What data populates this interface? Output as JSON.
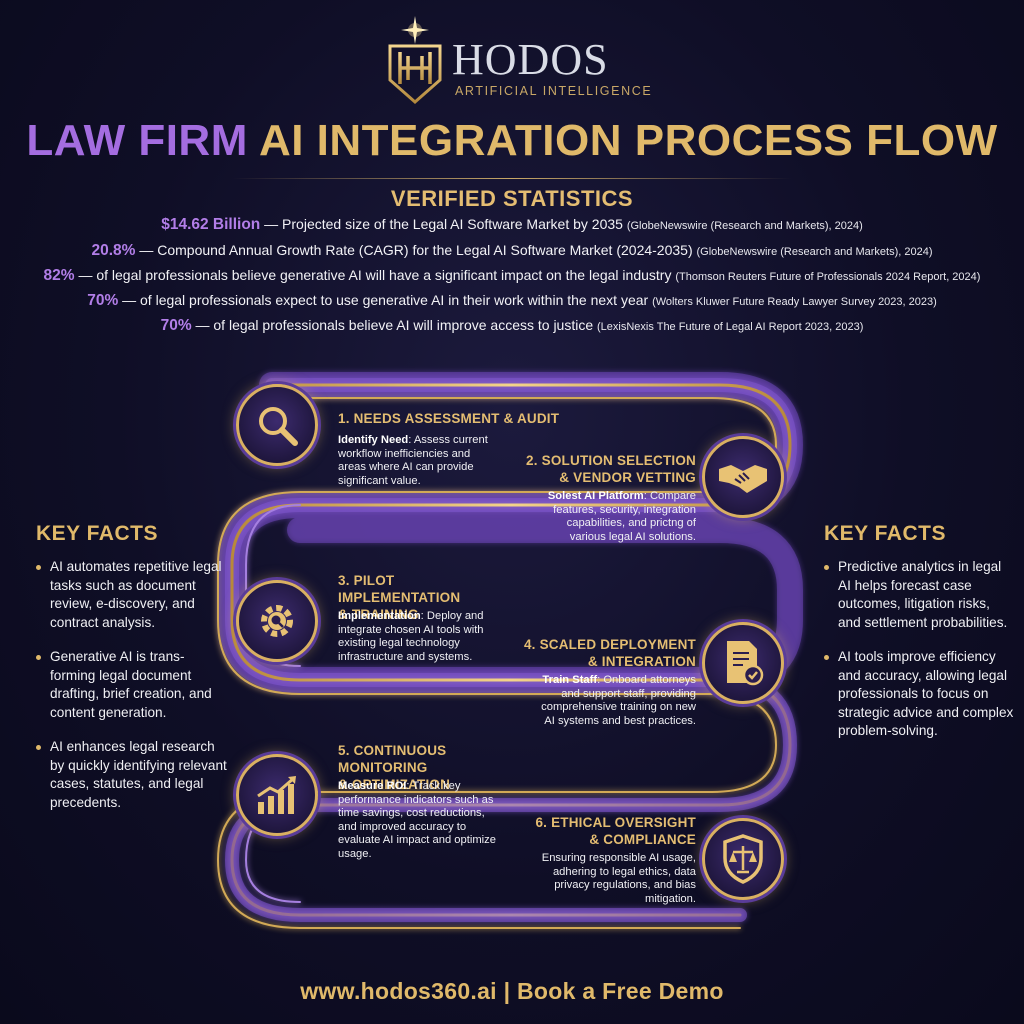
{
  "brand": {
    "name": "HODOS",
    "tagline": "ARTIFICIAL INTELLIGENCE"
  },
  "title": {
    "part1": "LAW FIRM",
    "part2": "AI INTEGRATION PROCESS FLOW"
  },
  "stats": {
    "heading": "VERIFIED STATISTICS",
    "items": [
      {
        "value": "$14.62 Billion",
        "text": " — Projected size of the Legal AI Software Market by 2035 ",
        "source": "(GlobeNewswire (Research and Markets), 2024)"
      },
      {
        "value": "20.8%",
        "text": " — Compound Annual Growth Rate (CAGR) for the Legal AI Software Market (2024-2035) ",
        "source": "(GlobeNewswire (Research and Markets), 2024)"
      },
      {
        "value": "82%",
        "text": " — of legal professionals believe generative AI will have a significant impact on the legal industry ",
        "source": "(Thomson Reuters Future of Professionals 2024 Report, 2024)"
      },
      {
        "value": "70%",
        "text": " — of legal professionals expect to use generative AI in their work within the next year ",
        "source": "(Wolters Kluwer Future Ready Lawyer Survey 2023, 2023)"
      },
      {
        "value": "70%",
        "text": " — of legal professionals believe AI will improve access to justice ",
        "source": "(LexisNexis The Future of Legal AI Report 2023, 2023)"
      }
    ]
  },
  "key_facts_left": {
    "title": "KEY FACTS",
    "items": [
      "AI automates repetitive legal tasks such as document review, e-discovery, and contract analysis.",
      "Generative AI is trans-forming legal document drafting, brief creation, and content generation.",
      "AI enhances legal research by quickly identifying relevant cases, statutes, and legal precedents."
    ]
  },
  "key_facts_right": {
    "title": "KEY FACTS",
    "items": [
      "Predictive analytics in legal AI helps forecast case outcomes, litigation risks, and settlement probabilities.",
      "AI tools improve efficiency and accuracy, allowing legal professionals to focus on strategic advice and complex problem-solving."
    ]
  },
  "steps": [
    {
      "title": "1. NEEDS ASSESSMENT & AUDIT",
      "lead": "Identify Need",
      "body": ": Assess current workflow inefficiencies and areas where AI can provide significant value.",
      "icon": "magnifier-icon"
    },
    {
      "title_l1": "2. SOLUTION SELECTION",
      "title_l2": "& VENDOR VETTING",
      "lead": "Solest AI Platform",
      "body": ": Compare features, security, integration capabilities, and prictng of various legal AI solutions.",
      "icon": "handshake-icon"
    },
    {
      "title_l1": "3. PILOT IMPLEMENTATION",
      "title_l2": "& TRAINING",
      "lead": "Implementation",
      "body": ": Deploy and integrate chosen AI tools with existing legal technology infrastructure and systems.",
      "icon": "gear-magnifier-icon"
    },
    {
      "title_l1": "4. SCALED DEPLOYMENT",
      "title_l2": "& INTEGRATION",
      "lead": "Train Staff",
      "body": ": Onboard attorneys and support staff, providing comprehensive training on new AI systems and best practices.",
      "icon": "document-check-icon"
    },
    {
      "title_l1": "5. CONTINUOUS MONITORING",
      "title_l2": "& OPTIMIZATION",
      "lead": "Measure ROI",
      "body": ": Track key performance indicators such as time savings, cost reductions, and improved accuracy to evaluate AI impact and optimize usage.",
      "icon": "growth-chart-icon"
    },
    {
      "title_l1": "6. ETHICAL OVERSIGHT",
      "title_l2": "& COMPLIANCE",
      "body": "Ensuring responsible AI usage, adhering to legal ethics, data privacy regulations, and bias mitigation.",
      "icon": "shield-scales-icon"
    }
  ],
  "footer": {
    "text": "www.hodos360.ai | Book a Free Demo"
  },
  "colors": {
    "gold": "#e0b96a",
    "purple": "#a46de0",
    "background": "#0f0e26"
  }
}
